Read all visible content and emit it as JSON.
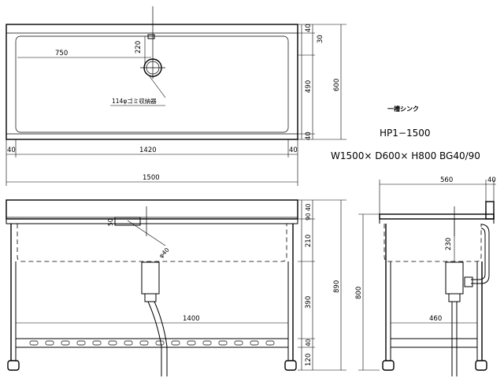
{
  "product": {
    "type_label": "一槽シンク",
    "model": "HP1−1500",
    "spec": "W1500× D600× H800 BG40/90"
  },
  "plan_view": {
    "drain_label": "114φゴミ収納器",
    "dim_750": "750",
    "dim_220": "220",
    "dim_40_top": "40",
    "dim_30": "30",
    "dim_490": "490",
    "dim_40_bottom": "40",
    "dim_600": "600",
    "dim_40_left": "40",
    "dim_1420": "1420",
    "dim_40_right": "40",
    "dim_1500": "1500"
  },
  "front_view": {
    "dim_50": "50",
    "dim_phi40": "φ40",
    "dim_40": "40",
    "dim_90": "90",
    "dim_210": "210",
    "dim_390": "390",
    "dim_40_b": "40",
    "dim_120": "120",
    "dim_890": "890",
    "dim_1400": "1400"
  },
  "side_view": {
    "dim_560": "560",
    "dim_40": "40",
    "dim_230": "230",
    "dim_800": "800",
    "dim_460": "460"
  }
}
